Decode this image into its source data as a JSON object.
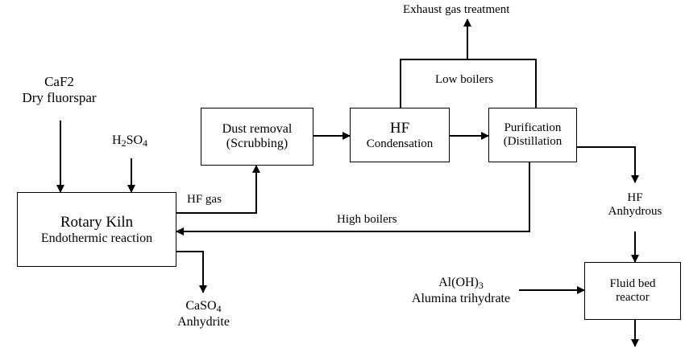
{
  "inputs": {
    "fluorspar": {
      "line1": "CaF2",
      "line2": "Dry fluorspar"
    },
    "sulfuric_acid": {
      "base": "H",
      "sub1": "2",
      "mid": "SO",
      "sub2": "4"
    },
    "alumina": {
      "base": "Al(OH)",
      "sub": "3",
      "line2": "Alumina trihydrate"
    }
  },
  "boxes": {
    "rotary_kiln": {
      "line1": "Rotary Kiln",
      "line2": "Endothermic reaction"
    },
    "dust_removal": {
      "line1": "Dust removal",
      "line2": "(Scrubbing)"
    },
    "hf_condensation": {
      "line1": "HF",
      "line2": "Condensation"
    },
    "purification": {
      "line1": "Purification",
      "line2": "(Distillation"
    },
    "fluid_bed_reactor": {
      "line1": "Fluid bed",
      "line2": "reactor"
    }
  },
  "streams": {
    "hf_gas": "HF gas",
    "high_boilers": "High boilers",
    "low_boilers": "Low boilers",
    "exhaust": "Exhaust gas treatment",
    "hf_anhydrous": {
      "line1": "HF",
      "line2": "Anhydrous"
    },
    "anhydrite": {
      "base": "CaSO",
      "sub": "4",
      "line2": "Anhydrite"
    }
  }
}
